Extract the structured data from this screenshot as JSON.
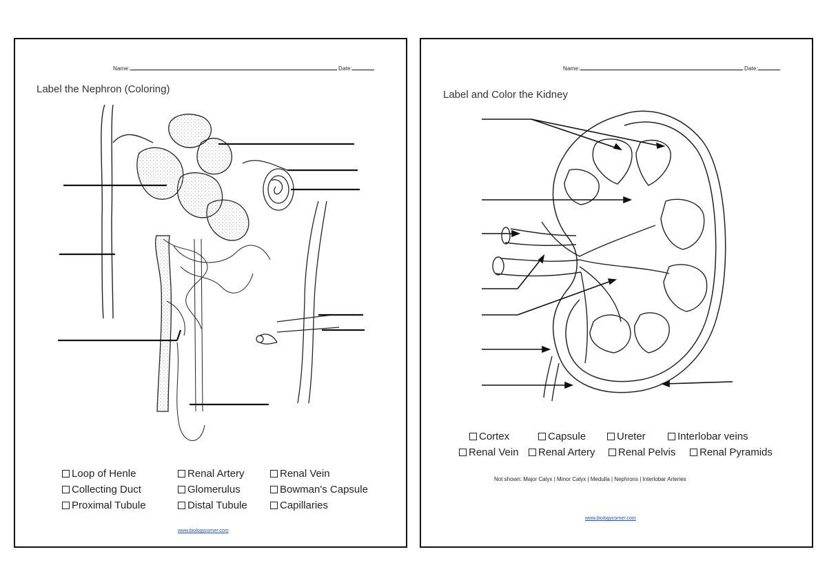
{
  "left": {
    "name_label": "Name:",
    "date_label": "Date:",
    "title": "Label the Nephron (Coloring)",
    "checklist": [
      "Loop of Henle",
      "Renal Artery",
      "Renal Vein",
      "Collecting Duct",
      "Glomerulus",
      "Bowman's Capsule",
      "Proximal Tubule",
      "Distal Tubule",
      "Capillaries"
    ],
    "footer": "www.biologycorner.com"
  },
  "right": {
    "name_label": "Name:",
    "date_label": "Date:",
    "title": "Label and Color the Kidney",
    "checklist_row1": [
      "Cortex",
      "Capsule",
      "Ureter",
      "Interlobar veins"
    ],
    "checklist_row2": [
      "Renal Vein",
      "Renal Artery",
      "Renal Pelvis",
      "Renal Pyramids"
    ],
    "note": "Not shown: Major Calyx | Minor Calyx | Medulla | Nephrons | Interlobar Arteries",
    "footer": "www.biologycorner.com"
  },
  "colors": {
    "border": "#111111",
    "link": "#1a4fd6",
    "stipple": "#999999"
  }
}
